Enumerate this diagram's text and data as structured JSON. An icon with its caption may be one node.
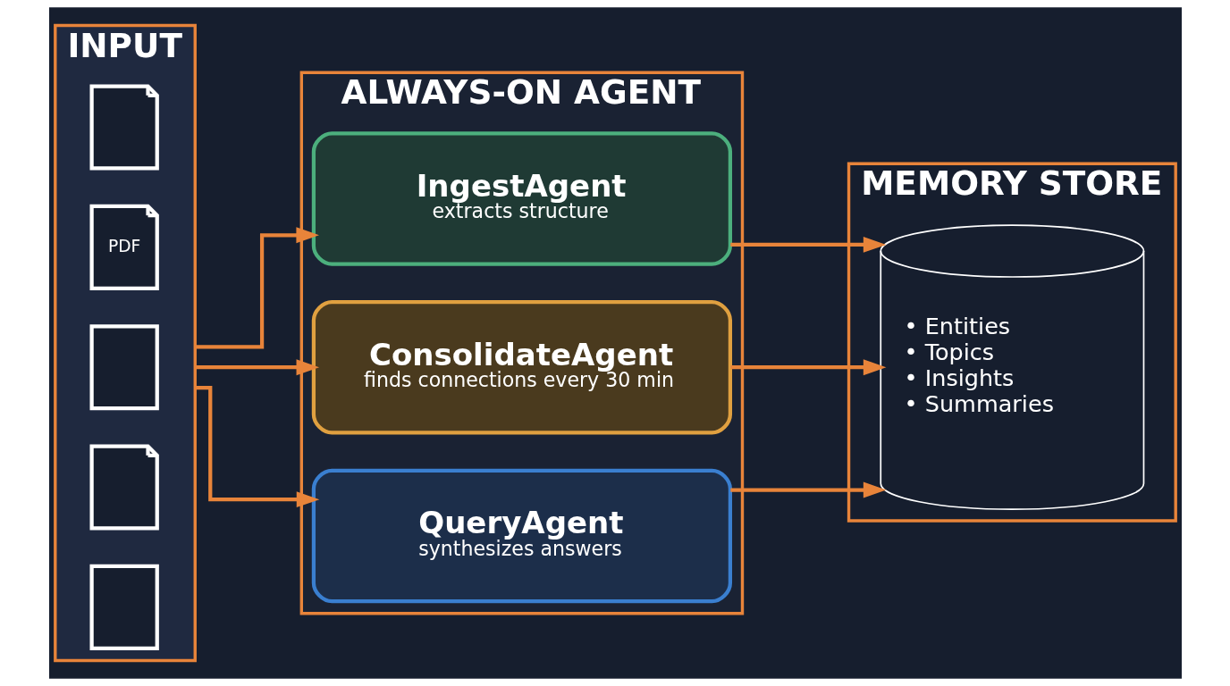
{
  "diagram": {
    "nodes": [
      {
        "text": [
          "INPUT"
        ]
      },
      {
        "text": [],
        "shape": "document",
        "in": 0
      },
      {
        "text": [
          "PDF"
        ],
        "in": 0
      },
      {
        "text": [],
        "shape": "box",
        "in": 0
      },
      {
        "text": [],
        "shape": "document",
        "in": 0
      },
      {
        "text": [],
        "shape": "box",
        "in": 0
      },
      {
        "text": [
          "ALWAYS-ON AGENT"
        ]
      },
      {
        "text": [
          "IngestAgent",
          "extracts structure"
        ],
        "in": 6
      },
      {
        "text": [
          "ConsolidateAgent",
          "finds connections every 30 min"
        ],
        "in": 6
      },
      {
        "text": [
          "QueryAgent",
          "synthesizes answers"
        ],
        "in": 6
      },
      {
        "text": [
          "MEMORY STORE"
        ]
      },
      {
        "text": [
          "• Entities",
          "• Topics",
          "• Insights",
          "• Summaries"
        ],
        "in": 10
      }
    ],
    "edges": [
      {
        "from": 0,
        "to": 7,
        "arrow": "to"
      },
      {
        "from": 0,
        "to": 8,
        "arrow": "to"
      },
      {
        "from": 0,
        "to": 9,
        "arrow": "to"
      },
      {
        "from": 7,
        "to": 11,
        "arrow": "to"
      },
      {
        "from": 8,
        "to": 11,
        "arrow": "to"
      },
      {
        "from": 9,
        "to": 11,
        "arrow": "to"
      }
    ]
  }
}
